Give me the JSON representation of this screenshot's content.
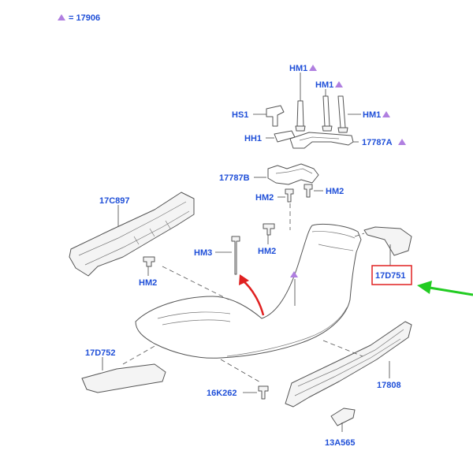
{
  "legend": {
    "text": "= 17906",
    "marker_color": "#b07fe0"
  },
  "labels": {
    "hm1_a": "HM1",
    "hm1_b": "HM1",
    "hm1_c": "HM1",
    "hs1": "HS1",
    "hh1": "HH1",
    "p17787a": "17787A",
    "p17787b": "17787B",
    "hm2_a": "HM2",
    "hm2_b": "HM2",
    "p17c897": "17C897",
    "hm3": "HM3",
    "hm2_c": "HM2",
    "hm2_d": "HM2",
    "p17d751": "17D751",
    "p17d752": "17D752",
    "p16k262": "16K262",
    "p17808": "17808",
    "p13a565": "13A565"
  },
  "colors": {
    "label_text": "#1f4fd8",
    "highlight_box": "#e02020",
    "red_arrow": "#e02020",
    "green_arrow": "#22cc22",
    "triangle_marker": "#b07fe0"
  }
}
